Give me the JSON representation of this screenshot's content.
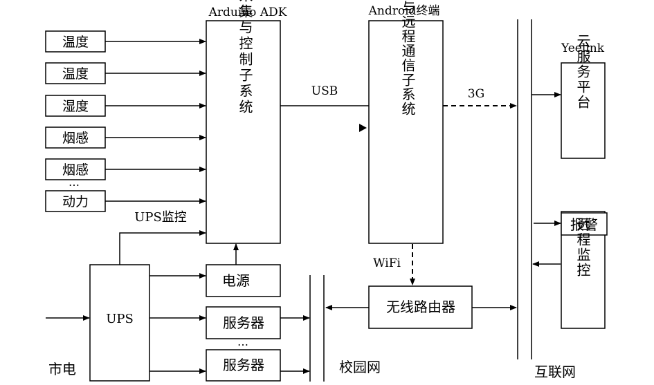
{
  "labels": {
    "arduino_title": "Arduino ADK",
    "android_title": "Android终端",
    "yeelink_title": "Yeelink",
    "sensors": [
      "温度",
      "温度",
      "湿度",
      "烟感",
      "烟感",
      "动力"
    ],
    "sensor_ellipsis": "…",
    "arduino_box": "数据采集与控制子系统",
    "android_box": "数据处理与远程通信子系统",
    "cloud_box": "云服务平台",
    "alarm_box": "报警",
    "remote_box": "远程监控",
    "usb": "USB",
    "threeg": "3G",
    "wifi": "WiFi",
    "ups_monitor": "UPS监控",
    "ups": "UPS",
    "power": "电源",
    "server1": "服务器",
    "server_ellipsis": "…",
    "server2": "服务器",
    "router": "无线路由器",
    "mains": "市电",
    "campus_net": "校园网",
    "internet": "互联网"
  }
}
